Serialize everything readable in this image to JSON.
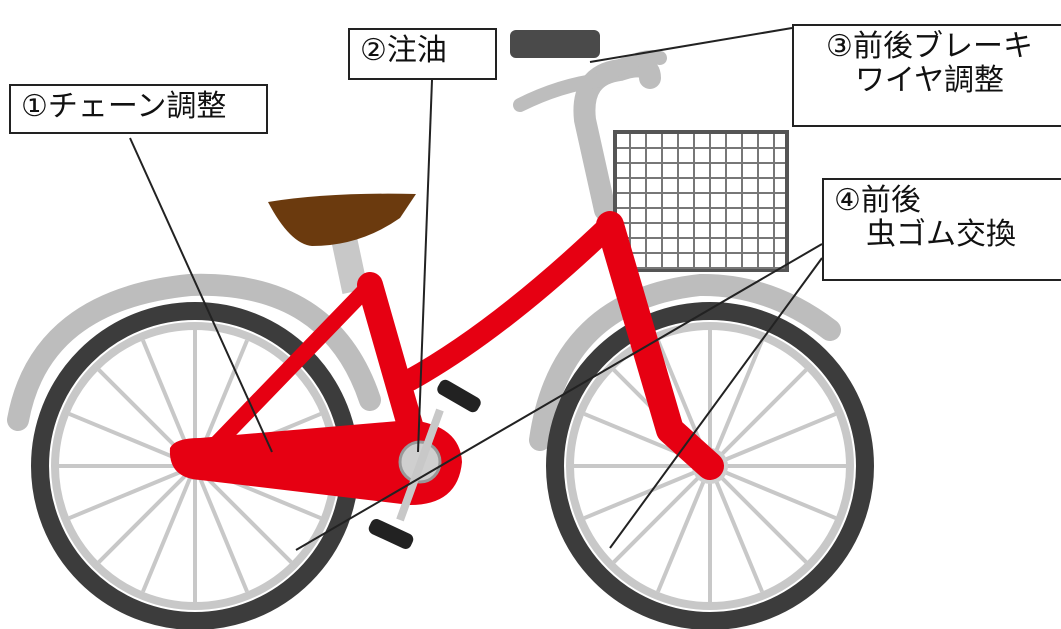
{
  "labels": [
    {
      "id": "chain",
      "number": "①",
      "lines": [
        "チェーン調整"
      ]
    },
    {
      "id": "oil",
      "number": "②",
      "lines": [
        "注油"
      ]
    },
    {
      "id": "brake",
      "number": "③",
      "lines": [
        "前後ブレーキ",
        "ワイヤ調整"
      ]
    },
    {
      "id": "valve",
      "number": "④",
      "lines": [
        "前後",
        "虫ゴム交換"
      ]
    }
  ],
  "colors": {
    "frame": "#e60012",
    "tire": "#3c3c3c",
    "rim": "#c8c8c8",
    "fender": "#bdbdbd",
    "saddle": "#6b3a0e",
    "grip": "#4a4a4a",
    "leader": "#222222"
  }
}
